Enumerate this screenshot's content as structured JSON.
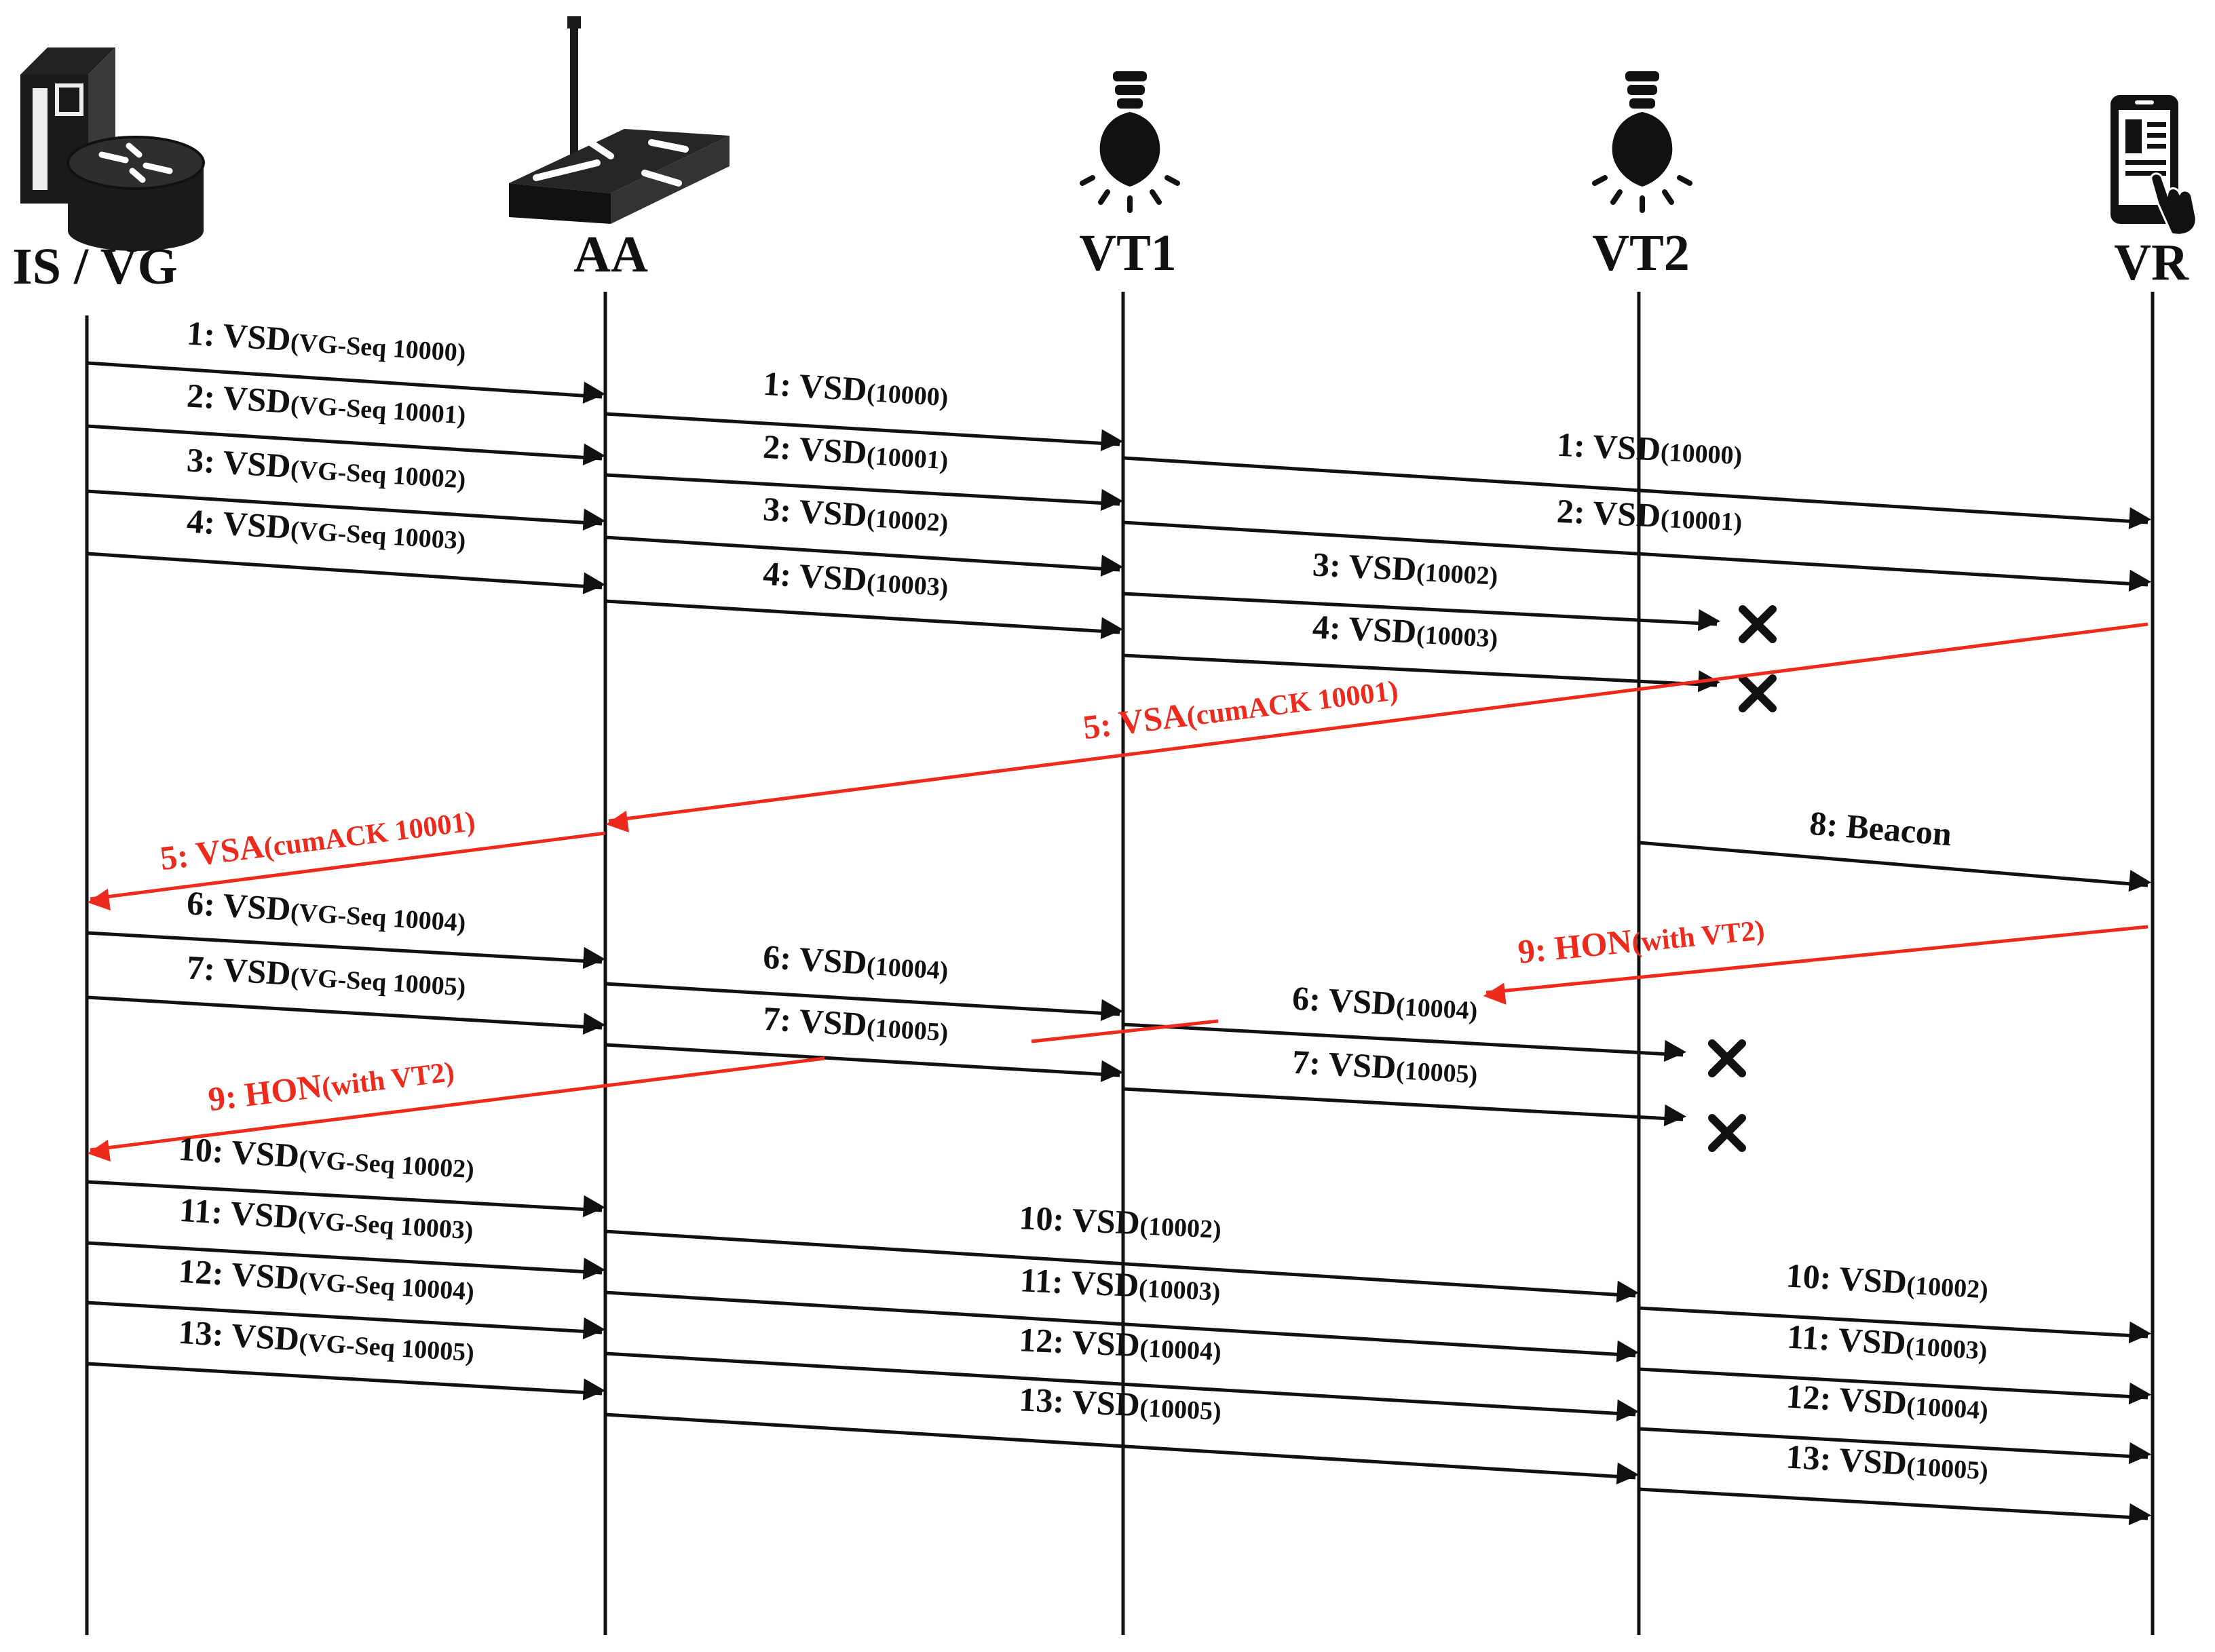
{
  "colors": {
    "black": "#111111",
    "red": "#ee2a1c"
  },
  "participants": [
    {
      "id": "vg",
      "label": "IS / VG",
      "icon": "server-router-icon"
    },
    {
      "id": "aa",
      "label": "AA",
      "icon": "wireless-access-point-icon"
    },
    {
      "id": "vt1",
      "label": "VT1",
      "icon": "light-bulb-icon"
    },
    {
      "id": "vt2",
      "label": "VT2",
      "icon": "light-bulb-icon"
    },
    {
      "id": "vr",
      "label": "VR",
      "icon": "smartphone-touch-icon"
    }
  ],
  "messages": [
    {
      "num": "1:",
      "name": "VSD",
      "param": "(VG-Seq 10000)",
      "from": "vg",
      "to": "aa",
      "color": "black"
    },
    {
      "num": "2:",
      "name": "VSD",
      "param": "(VG-Seq 10001)",
      "from": "vg",
      "to": "aa",
      "color": "black"
    },
    {
      "num": "3:",
      "name": "VSD",
      "param": "(VG-Seq 10002)",
      "from": "vg",
      "to": "aa",
      "color": "black"
    },
    {
      "num": "4:",
      "name": "VSD",
      "param": "(VG-Seq 10003)",
      "from": "vg",
      "to": "aa",
      "color": "black"
    },
    {
      "num": "1:",
      "name": "VSD",
      "param": "(10000)",
      "from": "aa",
      "to": "vt1",
      "color": "black"
    },
    {
      "num": "2:",
      "name": "VSD",
      "param": "(10001)",
      "from": "aa",
      "to": "vt1",
      "color": "black"
    },
    {
      "num": "3:",
      "name": "VSD",
      "param": "(10002)",
      "from": "aa",
      "to": "vt1",
      "color": "black"
    },
    {
      "num": "4:",
      "name": "VSD",
      "param": "(10003)",
      "from": "aa",
      "to": "vt1",
      "color": "black"
    },
    {
      "num": "1:",
      "name": "VSD",
      "param": "(10000)",
      "from": "vt1",
      "to": "vr",
      "color": "black"
    },
    {
      "num": "2:",
      "name": "VSD",
      "param": "(10001)",
      "from": "vt1",
      "to": "vr",
      "color": "black"
    },
    {
      "num": "3:",
      "name": "VSD",
      "param": "(10002)",
      "from": "vt1",
      "to": "vt2",
      "color": "black",
      "lost": true
    },
    {
      "num": "4:",
      "name": "VSD",
      "param": "(10003)",
      "from": "vt1",
      "to": "vt2",
      "color": "black",
      "lost": true
    },
    {
      "num": "5:",
      "name": "VSA",
      "param": "(cumACK 10001)",
      "from": "vr",
      "to": "aa",
      "color": "red"
    },
    {
      "num": "5:",
      "name": "VSA",
      "param": "(cumACK 10001)",
      "from": "aa",
      "to": "vg",
      "color": "red"
    },
    {
      "num": "8:",
      "name": "Beacon",
      "param": "",
      "from": "vt2",
      "to": "vr",
      "color": "black"
    },
    {
      "num": "6:",
      "name": "VSD",
      "param": "(VG-Seq 10004)",
      "from": "vg",
      "to": "aa",
      "color": "black"
    },
    {
      "num": "7:",
      "name": "VSD",
      "param": "(VG-Seq 10005)",
      "from": "vg",
      "to": "aa",
      "color": "black"
    },
    {
      "num": "9:",
      "name": "HON",
      "param": "(with VT2)",
      "from": "vr",
      "to": "aa",
      "color": "red"
    },
    {
      "num": "6:",
      "name": "VSD",
      "param": "(10004)",
      "from": "aa",
      "to": "vt1",
      "color": "black"
    },
    {
      "num": "7:",
      "name": "VSD",
      "param": "(10005)",
      "from": "aa",
      "to": "vt1",
      "color": "black"
    },
    {
      "num": "6:",
      "name": "VSD",
      "param": "(10004)",
      "from": "vt1",
      "to": "vt2",
      "color": "black",
      "lost": true
    },
    {
      "num": "7:",
      "name": "VSD",
      "param": "(10005)",
      "from": "vt1",
      "to": "vt2",
      "color": "black",
      "lost": true
    },
    {
      "num": "9:",
      "name": "HON",
      "param": "(with VT2)",
      "from": "aa",
      "to": "vg",
      "color": "red"
    },
    {
      "num": "10:",
      "name": "VSD",
      "param": "(VG-Seq 10002)",
      "from": "vg",
      "to": "aa",
      "color": "black"
    },
    {
      "num": "11:",
      "name": "VSD",
      "param": "(VG-Seq 10003)",
      "from": "vg",
      "to": "aa",
      "color": "black"
    },
    {
      "num": "12:",
      "name": "VSD",
      "param": "(VG-Seq 10004)",
      "from": "vg",
      "to": "aa",
      "color": "black"
    },
    {
      "num": "13:",
      "name": "VSD",
      "param": "(VG-Seq 10005)",
      "from": "vg",
      "to": "aa",
      "color": "black"
    },
    {
      "num": "10:",
      "name": "VSD",
      "param": "(10002)",
      "from": "aa",
      "to": "vt2",
      "color": "black"
    },
    {
      "num": "11:",
      "name": "VSD",
      "param": "(10003)",
      "from": "aa",
      "to": "vt2",
      "color": "black"
    },
    {
      "num": "12:",
      "name": "VSD",
      "param": "(10004)",
      "from": "aa",
      "to": "vt2",
      "color": "black"
    },
    {
      "num": "13:",
      "name": "VSD",
      "param": "(10005)",
      "from": "aa",
      "to": "vt2",
      "color": "black"
    },
    {
      "num": "10:",
      "name": "VSD",
      "param": "(10002)",
      "from": "vt2",
      "to": "vr",
      "color": "black"
    },
    {
      "num": "11:",
      "name": "VSD",
      "param": "(10003)",
      "from": "vt2",
      "to": "vr",
      "color": "black"
    },
    {
      "num": "12:",
      "name": "VSD",
      "param": "(10004)",
      "from": "vt2",
      "to": "vr",
      "color": "black"
    },
    {
      "num": "13:",
      "name": "VSD",
      "param": "(10005)",
      "from": "vt2",
      "to": "vr",
      "color": "black"
    }
  ]
}
